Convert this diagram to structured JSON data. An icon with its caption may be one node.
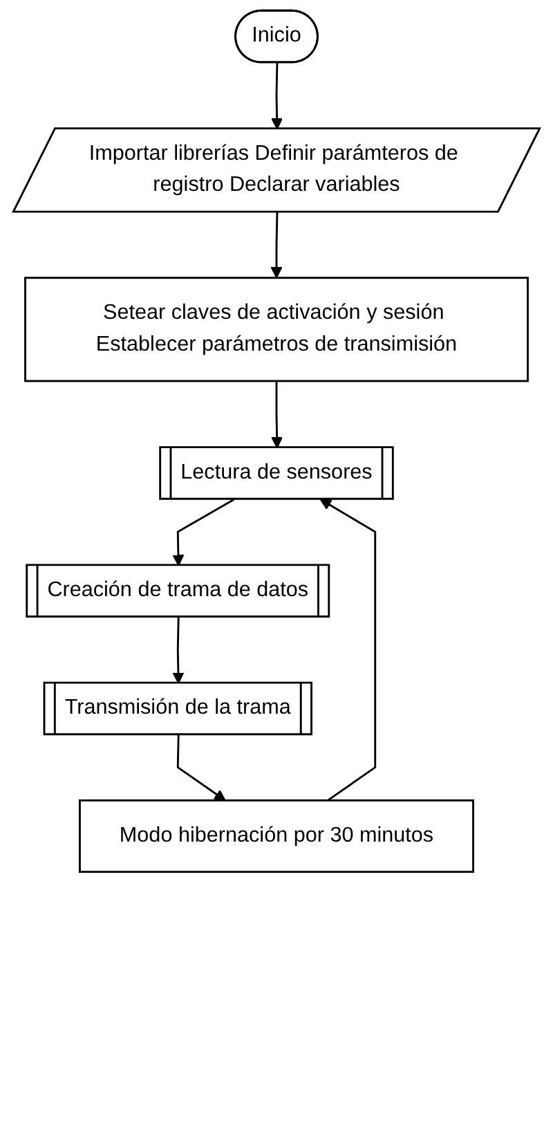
{
  "diagram": {
    "nodes": [
      {
        "text": [
          "Inicio"
        ]
      },
      {
        "text": [
          "Importar librerías Definir parámteros de registro Declarar variables"
        ]
      },
      {
        "text": [
          "Setear claves de activación y sesión Establecer parámetros de transimisión"
        ]
      },
      {
        "text": [
          "Lectura de sensores"
        ]
      },
      {
        "text": [
          "Creación de trama de datos"
        ]
      },
      {
        "text": [
          "Transmisión de la trama"
        ]
      },
      {
        "text": [
          "Modo hibernación por 30 minutos"
        ]
      }
    ],
    "edges": [
      {
        "from": 0,
        "to": 1,
        "arrow": "to"
      },
      {
        "from": 1,
        "to": 2,
        "arrow": "to"
      },
      {
        "from": 2,
        "to": 3,
        "arrow": "to"
      },
      {
        "from": 3,
        "to": 4,
        "arrow": "to"
      },
      {
        "from": 4,
        "to": 5,
        "arrow": "to"
      },
      {
        "from": 5,
        "to": 6,
        "arrow": "to"
      },
      {
        "from": 6,
        "to": 3,
        "arrow": "to"
      }
    ]
  }
}
